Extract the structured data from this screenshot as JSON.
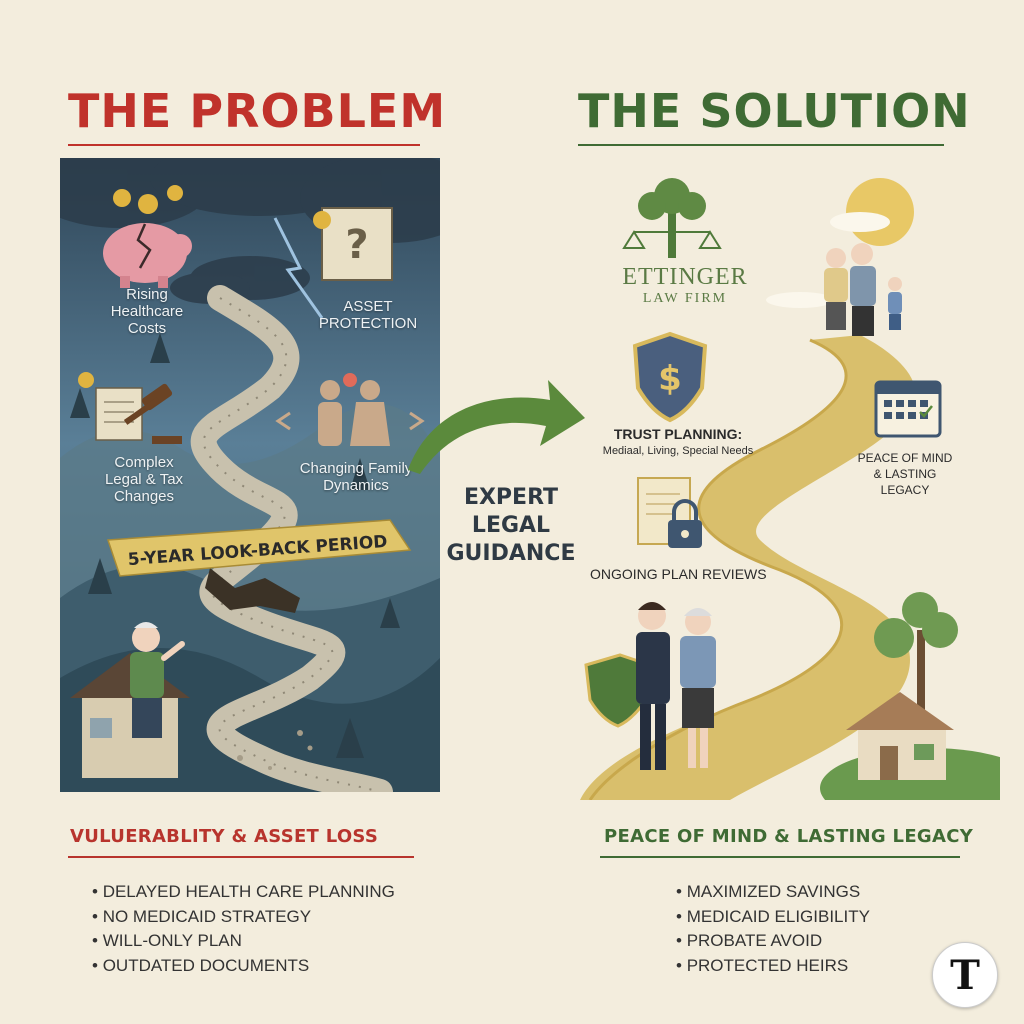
{
  "problem": {
    "title": "THE PROBLEM",
    "labels": {
      "healthcare": "Rising\nHealthcare\nCosts",
      "asset": "ASSET\nPROTECTION",
      "legal": "Complex\nLegal & Tax\nChanges",
      "family": "Changing Family\nDynamics"
    },
    "banner": "5-YEAR LOOK-BACK PERIOD",
    "subhead": "VULUERABLITY & ASSET LOSS",
    "bullets": [
      "DELAYED HEALTH CARE PLANNING",
      "NO MEDICAID STRATEGY",
      "WILL-ONLY PLAN",
      "OUTDATED DOCUMENTS"
    ]
  },
  "center": {
    "guidance": "EXPERT\nLEGAL\nGUIDANCE"
  },
  "solution": {
    "title": "THE SOLUTION",
    "firm_name": "ETTINGER",
    "firm_sub": "LAW FIRM",
    "trust_title": "TRUST PLANNING:",
    "trust_sub": "Mediaal, Living, Special Needs",
    "reviews": "ONGOING PLAN REVIEWS",
    "peace_label": "PEACE OF MIND\n& LASTING LEGACY",
    "subhead": "PEACE OF MIND & LASTING LEGACY",
    "bullets": [
      "MAXIMIZED SAVINGS",
      "MEDICAID ELIGIBILITY",
      "PROBATE AVOID",
      "PROTECTED HEIRS"
    ]
  },
  "badge": {
    "letter": "T"
  },
  "colors": {
    "problem_red": "#c0322b",
    "solution_green": "#3f6b34",
    "background": "#f3eddd",
    "path_gold": "#d4b35a"
  }
}
